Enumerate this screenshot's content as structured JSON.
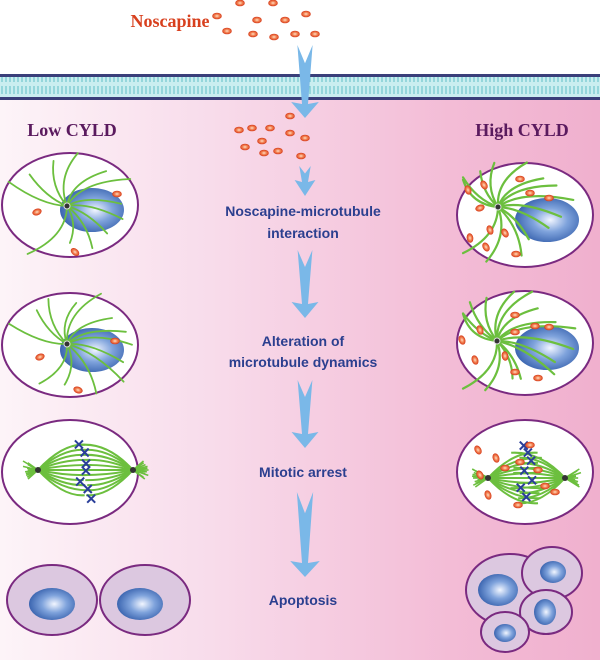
{
  "drug_label": "Noscapine",
  "left_label": "Low CYLD",
  "right_label": "High CYLD",
  "steps": [
    {
      "line1": "Noscapine-microtubule",
      "line2": "interaction"
    },
    {
      "line1": "Alteration of",
      "line2": "microtubule dynamics"
    },
    {
      "line1": "Mitotic arrest",
      "line2": ""
    },
    {
      "line1": "Apoptosis",
      "line2": ""
    }
  ],
  "colors": {
    "drug_text": "#d8401e",
    "cyld_text": "#5a1a5e",
    "step_text": "#2b3f8f",
    "arrow": "#7ab8e8",
    "microtubule": "#6cbf3e",
    "cell_border": "#7a2a80",
    "nucleus": "#3f6fc0",
    "drug_particle": "#e8673a",
    "membrane": "#8fd3d8",
    "background_right": "#f2b3d0"
  }
}
